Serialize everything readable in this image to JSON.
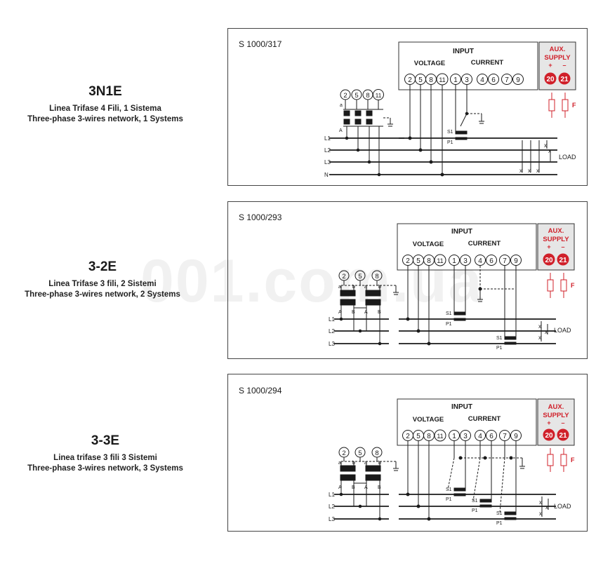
{
  "watermark": "001.com.ua",
  "sections": [
    {
      "code": "3N1E",
      "line_it": "Linea Trifase 4 Fili, 1 Sistema",
      "line_en": "Three-phase 3-wires network, 1 Systems",
      "model": "S 1000/317",
      "phases": [
        "L1",
        "L2",
        "L3",
        "N"
      ],
      "pt_terminals": [
        "2",
        "5",
        "8",
        "11"
      ],
      "pt_lower": "a",
      "pt_upper": "A",
      "ct_labels": [
        {
          "s": "S1",
          "p": "P1"
        }
      ]
    },
    {
      "code": "3-2E",
      "line_it": "Linea Trifase 3 fili, 2 Sistemi",
      "line_en": "Three-phase 3-wires network, 2 Systems",
      "model": "S 1000/293",
      "phases": [
        "L1",
        "L2",
        "L3"
      ],
      "pt_terminals": [
        "2",
        "5",
        "8"
      ],
      "pt_lower_labels": [
        "a",
        "b",
        "a",
        "b"
      ],
      "pt_upper_labels": [
        "A",
        "B",
        "A",
        "B"
      ],
      "ct_labels": [
        {
          "s": "S1",
          "p": "P1"
        },
        {
          "s": "S1",
          "p": "P1"
        }
      ]
    },
    {
      "code": "3-3E",
      "line_it": "Linea trifase 3 fili 3 Sistemi",
      "line_en": "Three-phase 3-wires network, 3 Systems",
      "model": "S 1000/294",
      "phases": [
        "L1",
        "L2",
        "L3"
      ],
      "pt_terminals": [
        "2",
        "5",
        "8"
      ],
      "pt_lower_labels": [
        "a",
        "b",
        "a",
        "b"
      ],
      "pt_upper_labels": [
        "A",
        "B",
        "A",
        "B"
      ],
      "ct_labels": [
        {
          "s": "S1",
          "p": "P1"
        },
        {
          "s": "S1",
          "p": "P1"
        },
        {
          "s": "S1",
          "p": "P1"
        }
      ]
    }
  ],
  "meter": {
    "input": "INPUT",
    "voltage": "VOLTAGE",
    "current": "CURRENT",
    "voltage_terminals": [
      "2",
      "5",
      "8",
      "11"
    ],
    "current_terminals": [
      "1",
      "3",
      "4",
      "6",
      "7",
      "9"
    ],
    "aux_title_1": "AUX.",
    "aux_title_2": "SUPPLY",
    "aux_plus": "+",
    "aux_minus": "–",
    "aux_terminals": [
      "20",
      "21"
    ],
    "fuse": "F",
    "load": "LOAD"
  },
  "colors": {
    "aux_red": "#d0202a",
    "aux_bg": "#e6e6e6",
    "line": "#1a1a1a"
  }
}
